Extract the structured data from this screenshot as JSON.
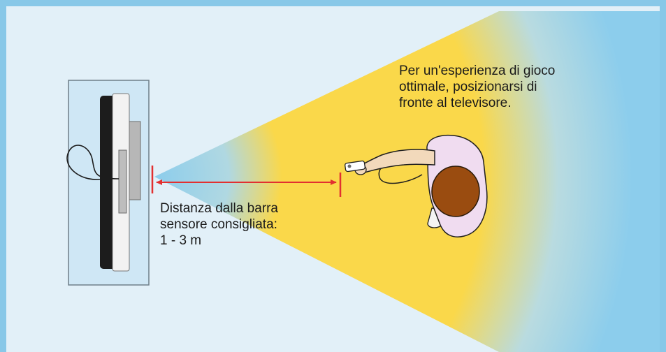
{
  "instruction_text": {
    "line1": "Per un'esperienza di gioco",
    "line2": "ottimale, posizionarsi di",
    "line3": "fronte al televisore."
  },
  "distance_text": {
    "line1": "Distanza dalla barra",
    "line2": "sensore consigliata:",
    "line3": "1 - 3 m"
  },
  "colors": {
    "border": "#88c8e8",
    "background": "#e2f0f8",
    "zone_yellow": "#fad84a",
    "zone_blue": "#8ccdec",
    "distance_marker": "#e23030",
    "shirt": "#f0dcf0",
    "hair": "#9a4c10"
  }
}
